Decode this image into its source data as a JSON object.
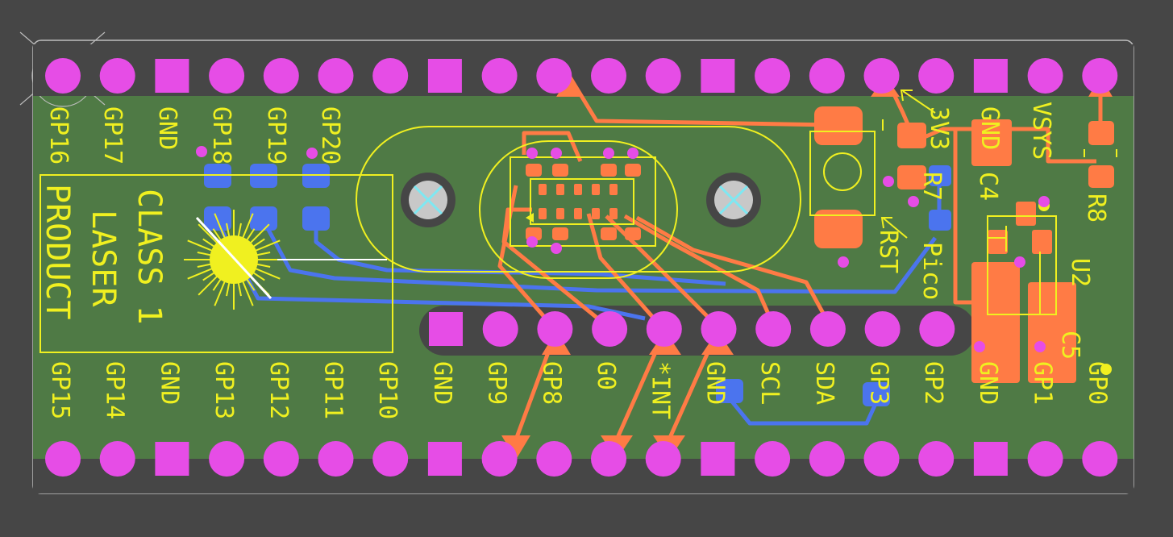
{
  "board": {
    "colors": {
      "background": "#464646",
      "pcb": "#4f7a45",
      "pad": "#e64de6",
      "silkscreen": "#f0f020",
      "front_copper": "#ff7b45",
      "back_copper": "#4b74ee",
      "edge": "#bdbdbd",
      "hole": "#c8c8c8",
      "white": "#ffffff"
    },
    "top_labels": [
      "GP16",
      "GP17",
      "GND",
      "GP18",
      "GP19",
      "GP20"
    ],
    "top_right_labels": [
      "3V3",
      "GND",
      "VSYS"
    ],
    "bottom_labels": [
      "GP15",
      "GP14",
      "GND",
      "GP13",
      "GP12",
      "GP11",
      "GP10",
      "GND",
      "GP9",
      "GP8",
      "G0",
      "*INT",
      "GND",
      "SCL",
      "SDA",
      "GP3",
      "GP2",
      "GND",
      "GP1",
      "GP0"
    ],
    "laser_lines": [
      "CLASS 1",
      "LASER",
      "PRODUCT"
    ],
    "rst_label": "RST",
    "pico_label": "Pico",
    "component_refs": {
      "c4": "C4",
      "r7": "R7",
      "r8": "R8",
      "u2": "U2",
      "c5": "C5"
    }
  }
}
